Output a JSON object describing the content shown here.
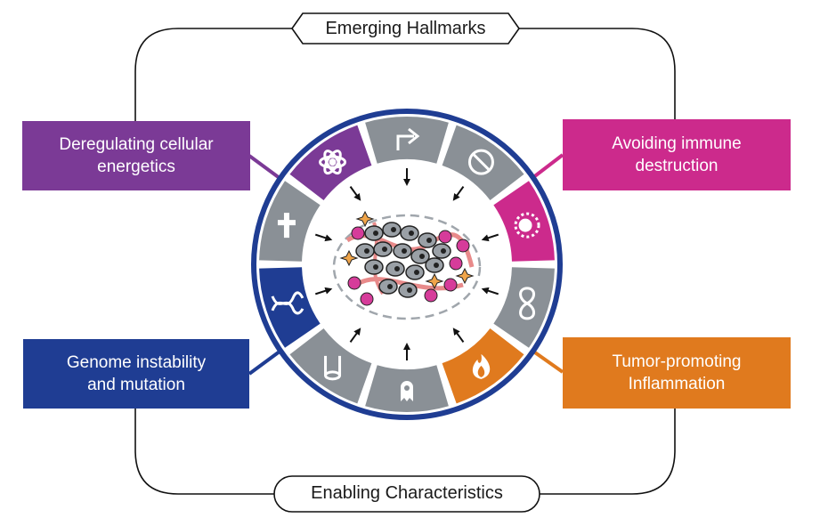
{
  "top_tag": "Emerging Hallmarks",
  "bottom_tag": "Enabling Characteristics",
  "boxes": {
    "top_left": {
      "line1": "Deregulating cellular",
      "line2": "energetics",
      "color": "#7b3a96"
    },
    "top_right": {
      "line1": "Avoiding immune",
      "line2": "destruction",
      "color": "#cc2a8c"
    },
    "bottom_left": {
      "line1": "Genome instability",
      "line2": "and mutation",
      "color": "#1f3d93"
    },
    "bottom_right": {
      "line1": "Tumor-promoting",
      "line2": "Inflammation",
      "color": "#e07a1e"
    }
  },
  "wheel": {
    "ring_color": "#1f3d93",
    "segment_gray": "#8a9096",
    "segments": [
      {
        "icon": "bent-arrow-icon",
        "color": "#8a9096"
      },
      {
        "icon": "no-sign-icon",
        "color": "#8a9096"
      },
      {
        "icon": "immune-cell-icon",
        "color": "#cc2a8c"
      },
      {
        "icon": "infinity-icon",
        "color": "#8a9096"
      },
      {
        "icon": "flame-icon",
        "color": "#e07a1e"
      },
      {
        "icon": "cell-invasion-icon",
        "color": "#8a9096"
      },
      {
        "icon": "blood-vessel-icon",
        "color": "#8a9096"
      },
      {
        "icon": "dna-icon",
        "color": "#1f3d93"
      },
      {
        "icon": "cross-grave-icon",
        "color": "#8a9096"
      },
      {
        "icon": "atom-icon",
        "color": "#7b3a96"
      }
    ]
  }
}
